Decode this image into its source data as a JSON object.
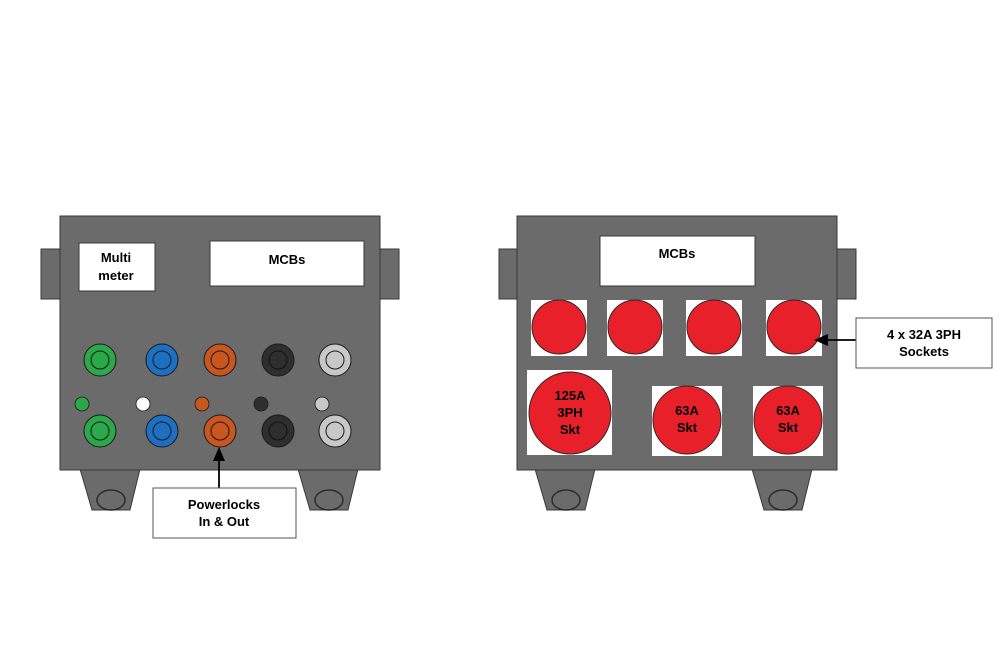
{
  "left_unit": {
    "multimeter_label_1": "Multi",
    "multimeter_label_2": "meter",
    "mcb_label": "MCBs",
    "callout_line_1": "Powerlocks",
    "callout_line_2": "In & Out"
  },
  "right_unit": {
    "mcb_label": "MCBs",
    "big_socket_line_1": "125A",
    "big_socket_line_2": "3PH",
    "big_socket_line_3": "Skt",
    "socket_63a_1_line_1": "63A",
    "socket_63a_1_line_2": "Skt",
    "socket_63a_2_line_1": "63A",
    "socket_63a_2_line_2": "Skt",
    "callout_line_1": "4 x 32A 3PH",
    "callout_line_2": "Sockets"
  },
  "colors": {
    "body": "#6b6b6b",
    "body_stroke": "#3a3a3a",
    "socket_red": "#e8202a",
    "powerlock_green": "#2aa84a",
    "powerlock_blue": "#1d6fc2",
    "powerlock_orange": "#c8561e",
    "powerlock_black": "#2e2e2e",
    "powerlock_grey": "#c8c8c8"
  }
}
